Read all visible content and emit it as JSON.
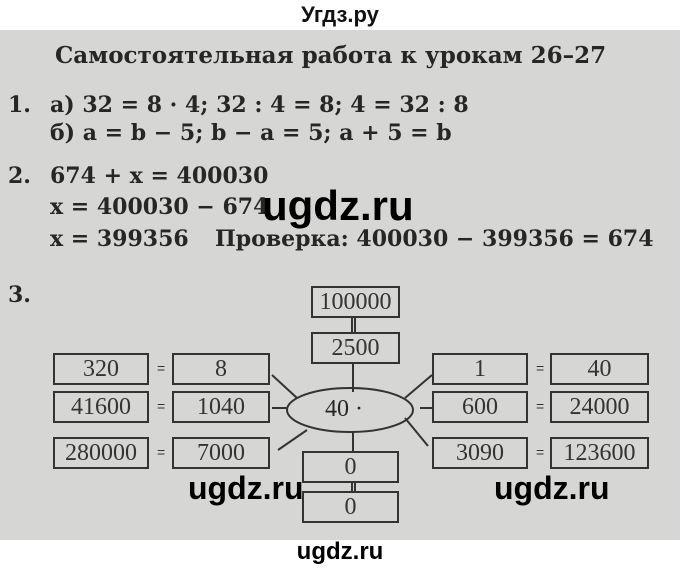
{
  "header": "Угдз.ру",
  "title": "Самостоятельная работа к урокам 26–27",
  "task1": {
    "num": "1.",
    "a": "а) 32 = 8 · 4; 32 : 4 = 8; 4 = 32 : 8",
    "b": "б) a = b − 5; b − a = 5; a + 5 = b"
  },
  "task2": {
    "num": "2.",
    "line1": "674 + x = 400030",
    "line2": "x = 400030 − 674",
    "line3": "x = 399356",
    "check": "Проверка: 400030 − 399356 = 674"
  },
  "task3": {
    "num": "3.",
    "center": "40 ·",
    "eq": "=",
    "top": [
      "100000",
      "2500"
    ],
    "bottom": [
      "0",
      "0"
    ],
    "left": [
      [
        "320",
        "8"
      ],
      [
        "41600",
        "1040"
      ],
      [
        "280000",
        "7000"
      ]
    ],
    "right": [
      [
        "1",
        "40"
      ],
      [
        "600",
        "24000"
      ],
      [
        "3090",
        "123600"
      ]
    ]
  },
  "watermarks": [
    "ugdz.ru",
    "ugdz.ru",
    "ugdz.ru"
  ],
  "footer": "ugdz.ru"
}
